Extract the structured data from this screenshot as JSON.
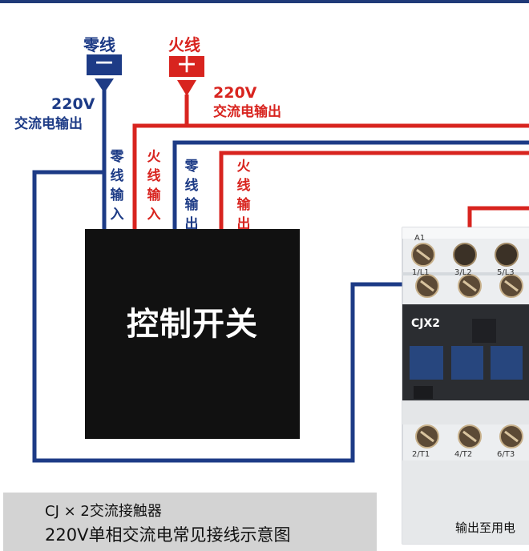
{
  "neutral": {
    "label": "零线",
    "sign": "－"
  },
  "live": {
    "label": "火线",
    "sign": "＋"
  },
  "left_ac": {
    "voltage": "220V",
    "text": "交流电输出"
  },
  "right_ac": {
    "voltage": "220V",
    "text": "交流电输出"
  },
  "wire_labels": {
    "neutral_in": "零线输入",
    "live_in": "火线输入",
    "neutral_out": "零线输出",
    "live_out": "火线输出"
  },
  "switch_label": "控制开关",
  "contactor": {
    "model": "CJX2",
    "terminal_a1": "A1",
    "terminal_1": "1/L1",
    "terminal_3": "3/L2",
    "terminal_5": "5/L3",
    "terminal_2": "2/T1",
    "terminal_4": "4/T2",
    "terminal_6": "6/T3"
  },
  "caption": {
    "line1": "CJ × 2交流接触器",
    "line2": "220V单相交流电常见接线示意图"
  },
  "output_note": "输出至用电",
  "colors": {
    "neutral": "#1d3b86",
    "live": "#d8241f",
    "switch": "#111111",
    "caption_bg": "#d3d3d3"
  }
}
